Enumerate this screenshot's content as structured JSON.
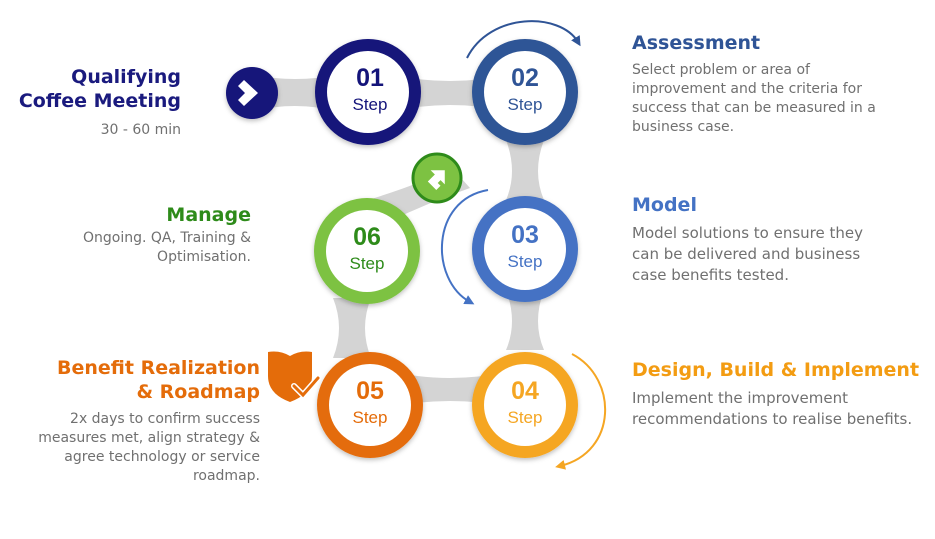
{
  "steps": [
    {
      "num": "01",
      "label": "Step",
      "title_lines": [
        "Qualifying",
        "Coffee Meeting"
      ],
      "desc": "30 - 60 min",
      "color": "#14147a"
    },
    {
      "num": "02",
      "label": "Step",
      "title": "Assessment",
      "desc": "Select problem or area of improvement and the criteria for success that can be measured in a business case.",
      "color": "#2f5496"
    },
    {
      "num": "03",
      "label": "Step",
      "title": "Model",
      "desc": "Model solutions to ensure they can be delivered and business case benefits tested.",
      "color": "#4472c4"
    },
    {
      "num": "04",
      "label": "Step",
      "title": "Design, Build & Implement",
      "desc": "Implement the improvement recommendations to realise benefits.",
      "color": "#f5a623"
    },
    {
      "num": "05",
      "label": "Step",
      "title_lines": [
        "Benefit Realization",
        "& Roadmap"
      ],
      "desc": "2x days to confirm success measures met, align strategy & agree technology or service roadmap.",
      "color": "#e46c0a"
    },
    {
      "num": "06",
      "label": "Step",
      "title": "Manage",
      "desc": "Ongoing. QA, Training & Optimisation.",
      "color": "#7dc242"
    }
  ],
  "icons": {
    "start": "chevron-right-icon",
    "turn": "turn-arrow-icon",
    "shield": "shield-check-icon"
  }
}
